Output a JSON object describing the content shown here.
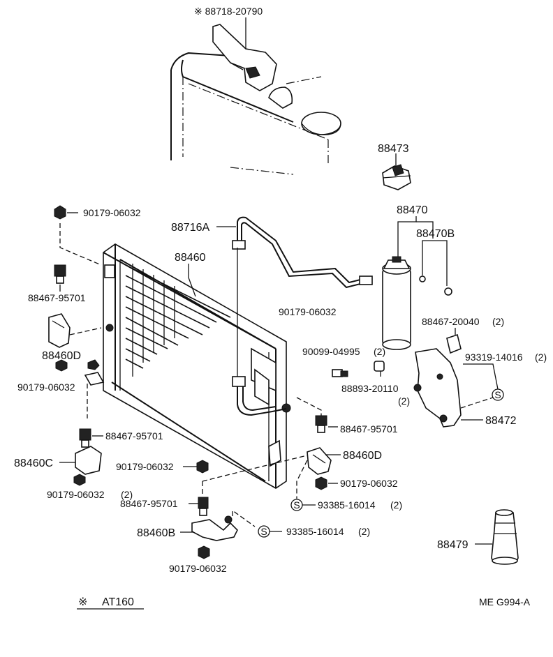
{
  "diagram_id": "ME G994-A",
  "footnote": {
    "marker": "※",
    "text": "AT160"
  },
  "callouts": {
    "c1": "※ 88718-20790",
    "c2": "88473",
    "c3": "90179-06032",
    "c4": "88716A",
    "c5": "88470",
    "c6": "88470B",
    "c7": "88460",
    "c8": "88467-95701",
    "c9": "90179-06032",
    "c10": "88460D",
    "c11": "88467-20040",
    "c11q": "(2)",
    "c12": "90099-04995",
    "c12q": "(2)",
    "c13": "93319-14016",
    "c13q": "(2)",
    "c14": "90179-06032",
    "c15": "88893-20110",
    "c15q": "(2)",
    "c16": "88467-95701",
    "c17": "88472",
    "c18": "88467-95701",
    "c19": "88460D",
    "c20": "88460C",
    "c21": "90179-06032",
    "c22": "90179-06032",
    "c23": "(2)",
    "c24": "90179-06032",
    "c25": "93385-16014",
    "c25q": "(2)",
    "c26": "88467-95701",
    "c27": "88460B",
    "c28": "93385-16014",
    "c28q": "(2)",
    "c29": "90179-06032",
    "c30": "88479"
  },
  "symbol_s": "S"
}
